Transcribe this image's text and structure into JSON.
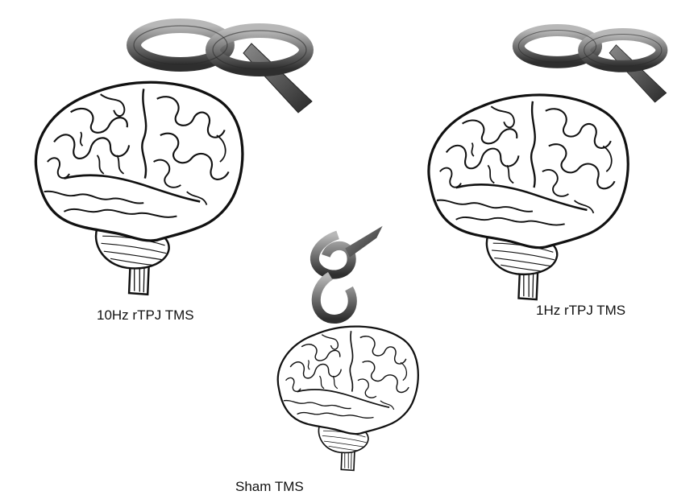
{
  "panels": [
    {
      "id": "10hz",
      "label": "10Hz rTPJ TMS"
    },
    {
      "id": "1hz",
      "label": "1Hz rTPJ TMS"
    },
    {
      "id": "sham",
      "label": "Sham TMS"
    }
  ],
  "colors": {
    "coil_dark": "#3a3a3a",
    "coil_light": "#9a9a9a",
    "brain_stroke": "#111111",
    "background": "#ffffff"
  },
  "icons": {
    "coil": "figure-eight-tms-coil-icon",
    "brain": "brain-illustration"
  }
}
